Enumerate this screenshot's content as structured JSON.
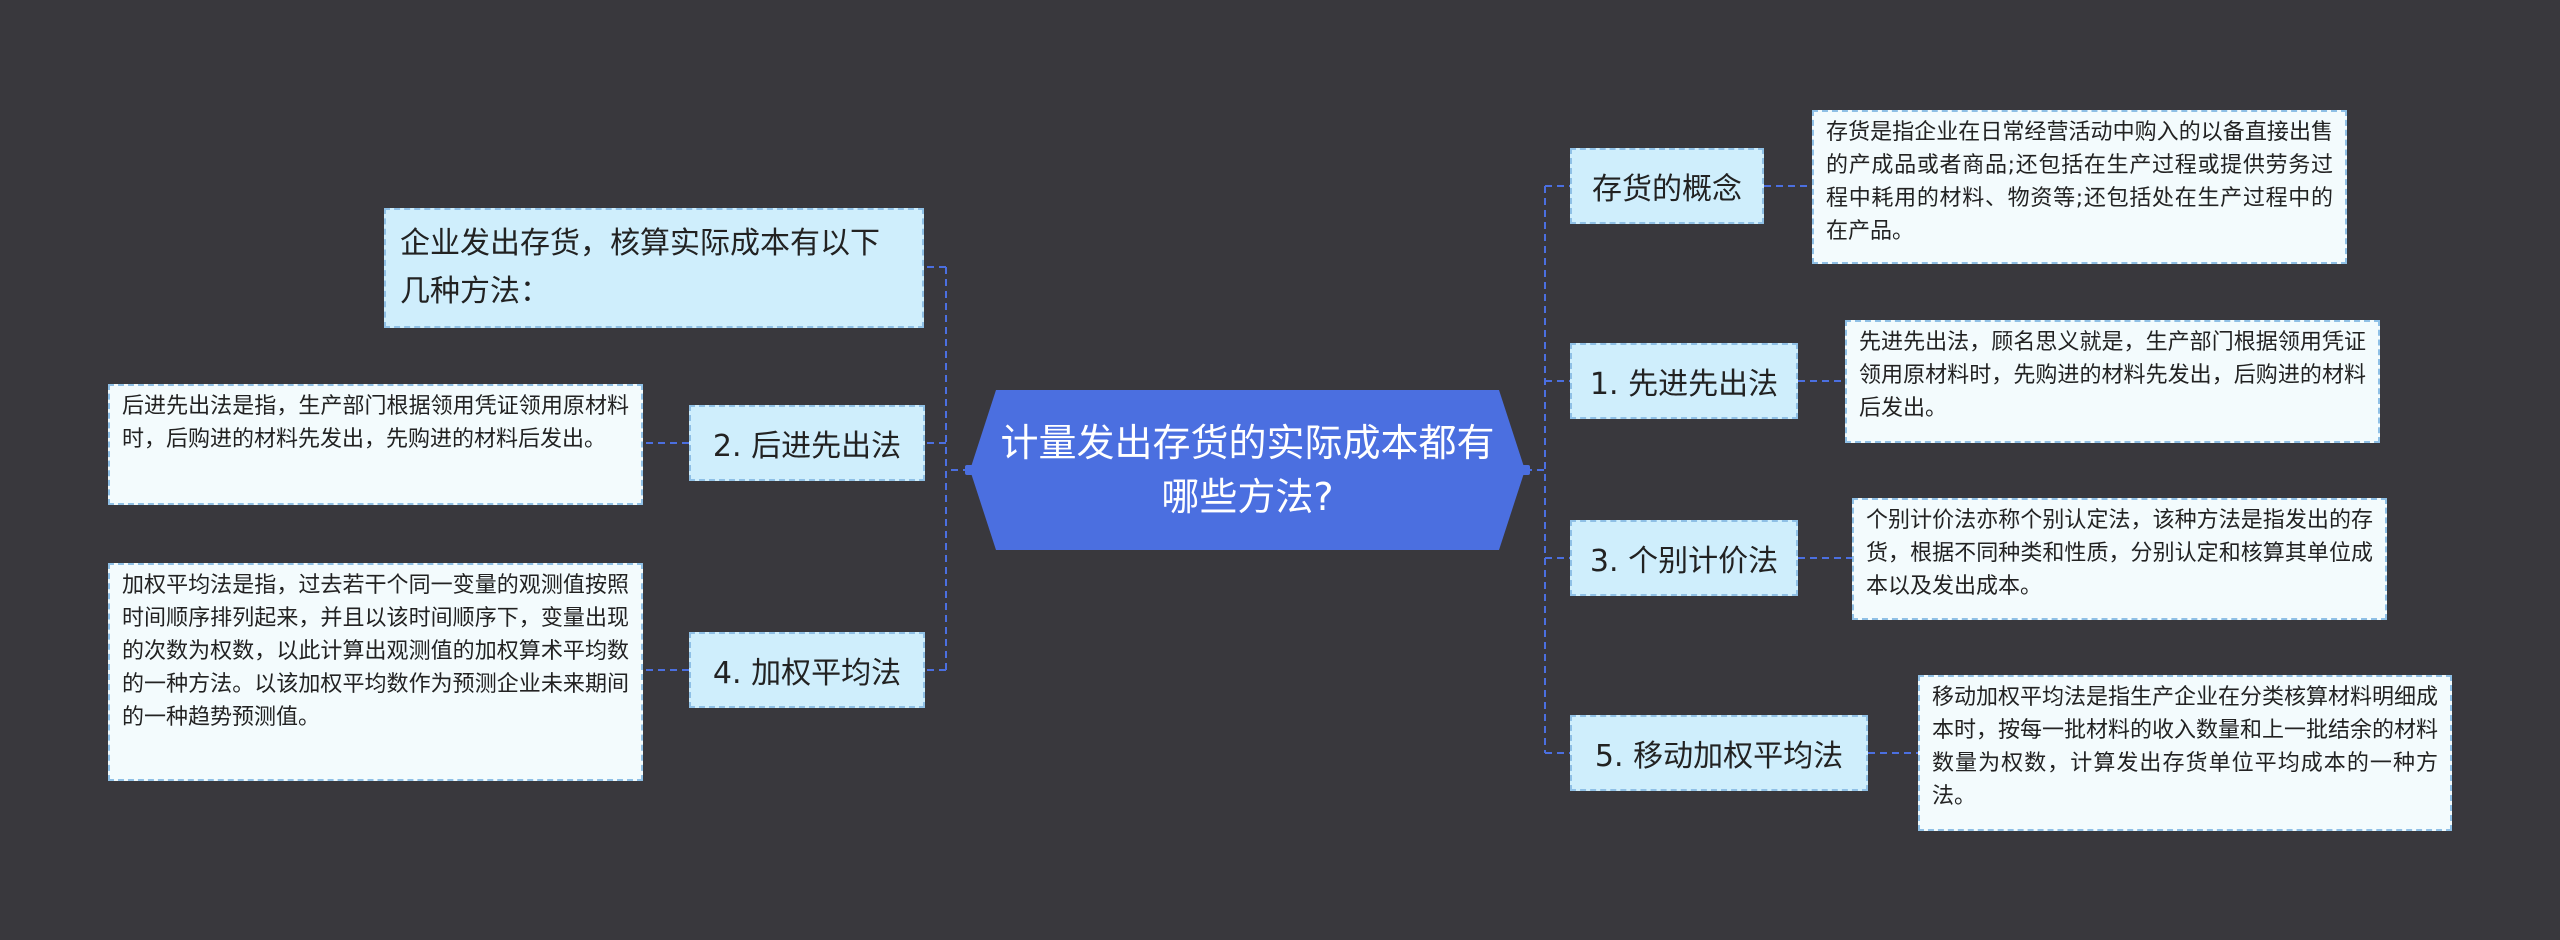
{
  "central": "计量发出存货的实际成本都有哪些方法?",
  "left": {
    "intro": "企业发出存货，核算实际成本有以下几种方法：",
    "lifo": {
      "title": "2. 后进先出法",
      "note": "后进先出法是指，生产部门根据领用凭证领用原材料时，后购进的材料先发出，先购进的材料后发出。"
    },
    "weighted": {
      "title": "4. 加权平均法",
      "note": "加权平均法是指，过去若干个同一变量的观测值按照时间顺序排列起来，并且以该时间顺序下，变量出现的次数为权数，以此计算出观测值的加权算术平均数的一种方法。以该加权平均数作为预测企业未来期间的一种趋势预测值。"
    }
  },
  "right": {
    "concept": {
      "title": "存货的概念",
      "note": "存货是指企业在日常经营活动中购入的以备直接出售的产成品或者商品;还包括在生产过程或提供劳务过程中耗用的材料、物资等;还包括处在生产过程中的在产品。"
    },
    "fifo": {
      "title": "1. 先进先出法",
      "note": "先进先出法，顾名思义就是，生产部门根据领用凭证领用原材料时，先购进的材料先发出，后购进的材料后发出。"
    },
    "specific": {
      "title": "3. 个别计价法",
      "note": "个别计价法亦称个别认定法，该种方法是指发出的存货，根据不同种类和性质，分别认定和核算其单位成本以及发出成本。"
    },
    "moving": {
      "title": "5. 移动加权平均法",
      "note": "移动加权平均法是指生产企业在分类核算材料明细成本时，按每一批材料的收入数量和上一批结余的材料数量为权数，计算发出存货单位平均成本的一种方法。"
    }
  },
  "colors": {
    "background": "#39383d",
    "central": "#4b6fe0",
    "topic": "#cfeefc",
    "note": "#f3fbfd",
    "connector": "#4b6fe0"
  }
}
